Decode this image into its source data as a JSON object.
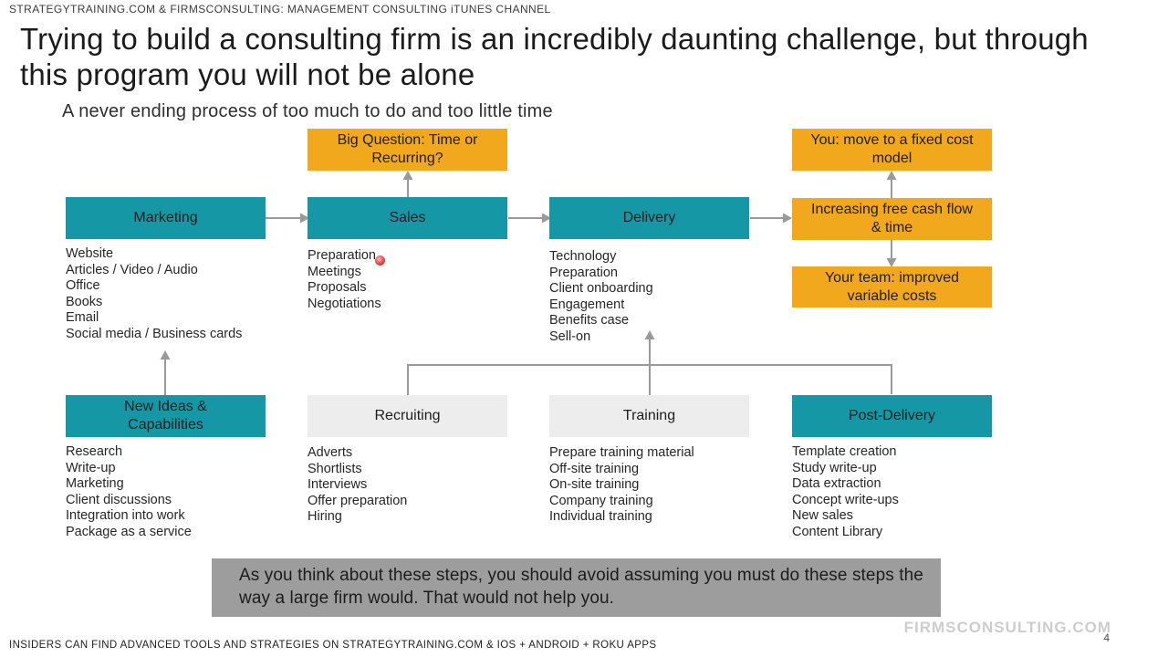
{
  "header": {
    "channel_bar": "STRATEGYTRAINING.COM & FIRMSCONSULTING: MANAGEMENT CONSULTING iTUNES CHANNEL"
  },
  "slide": {
    "title": "Trying to build a consulting firm is an incredibly daunting challenge, but through this program you will not be alone",
    "subtitle": "A never ending process of too much to do and too little time"
  },
  "diagram": {
    "big_question": {
      "label": "Big Question: Time or Recurring?"
    },
    "row1": [
      {
        "title": "Marketing",
        "style": "teal",
        "items": [
          "Website",
          "Articles / Video / Audio",
          "Office",
          "Books",
          "Email",
          "Social media / Business cards"
        ]
      },
      {
        "title": "Sales",
        "style": "teal",
        "items": [
          "Preparation",
          "Meetings",
          "Proposals",
          "Negotiations"
        ]
      },
      {
        "title": "Delivery",
        "style": "teal",
        "items": [
          "Technology",
          "Preparation",
          "Client onboarding",
          "Engagement",
          "Benefits case",
          "Sell-on"
        ]
      }
    ],
    "outcomes": [
      {
        "title": "You: move to a fixed cost model",
        "style": "orange"
      },
      {
        "title": "Increasing free cash flow & time",
        "style": "orange"
      },
      {
        "title": "Your team: improved variable costs",
        "style": "orange"
      }
    ],
    "row2": [
      {
        "title": "New Ideas & Capabilities",
        "style": "teal",
        "items": [
          "Research",
          "Write-up",
          "Marketing",
          "Client discussions",
          "Integration into work",
          "Package as a service"
        ]
      },
      {
        "title": "Recruiting",
        "style": "gray",
        "items": [
          "Adverts",
          "Shortlists",
          "Interviews",
          "Offer preparation",
          "Hiring"
        ]
      },
      {
        "title": "Training",
        "style": "gray",
        "items": [
          "Prepare training material",
          "Off-site training",
          "On-site training",
          "Company training",
          "Individual training"
        ]
      },
      {
        "title": "Post-Delivery",
        "style": "teal",
        "items": [
          "Template creation",
          "Study write-up",
          "Data extraction",
          "Concept write-ups",
          "New sales",
          "Content Library"
        ]
      }
    ],
    "callout": "As you think about these steps, you should avoid assuming you must do these steps the way a large firm would. That would not help you."
  },
  "footer": {
    "note": "INSIDERS CAN FIND ADVANCED TOOLS AND STRATEGIES ON STRATEGYTRAINING.COM & IOS + ANDROID + ROKU APPS",
    "brand": "FIRMSCONSULTING.COM",
    "page_number": "4"
  },
  "colors": {
    "teal": "#1597A5",
    "orange": "#F2A81D",
    "gray_box": "#EDEDED",
    "callout_bg": "#9D9D9D",
    "arrow": "#999999",
    "pointer_dot": "#E03C3C"
  }
}
